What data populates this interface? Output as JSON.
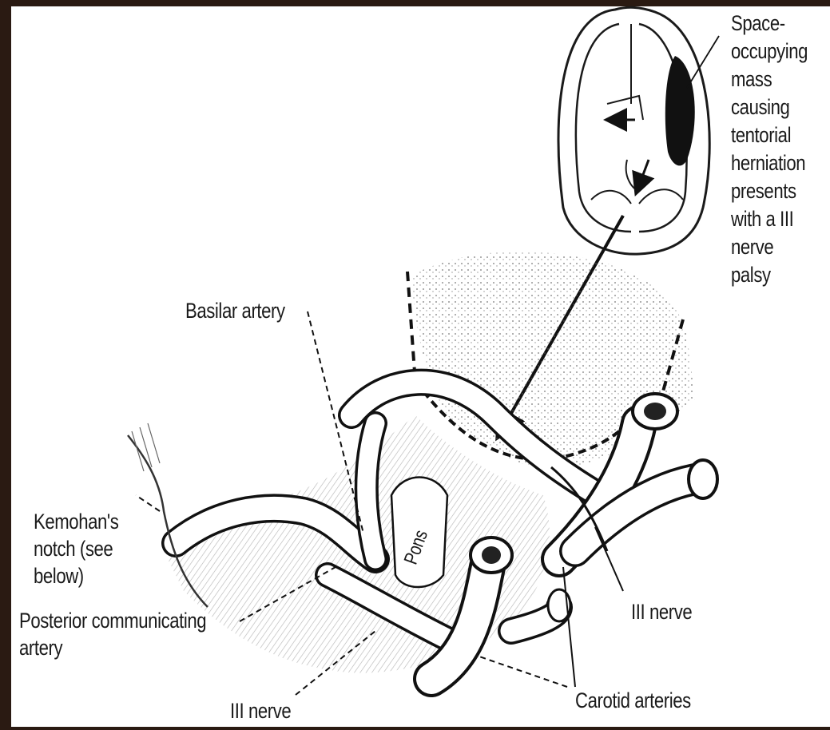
{
  "labels": {
    "mass_note": "Space-\noccupying\nmass\ncausing\ntentorial\nherniation\npresents\nwith a III\nnerve palsy",
    "basilar_artery": "Basilar artery",
    "kernohans_notch": "Kemohan's\nnotch (see\nbelow)",
    "posterior_communicating": "Posterior communicating\nartery",
    "iii_nerve_bottom": "III nerve",
    "iii_nerve_right": "III nerve",
    "carotid_arteries": "Carotid arteries",
    "pons": "Pons"
  },
  "colors": {
    "background": "#ffffff",
    "ink": "#1a1a1a",
    "frame": "#2a1a12"
  }
}
